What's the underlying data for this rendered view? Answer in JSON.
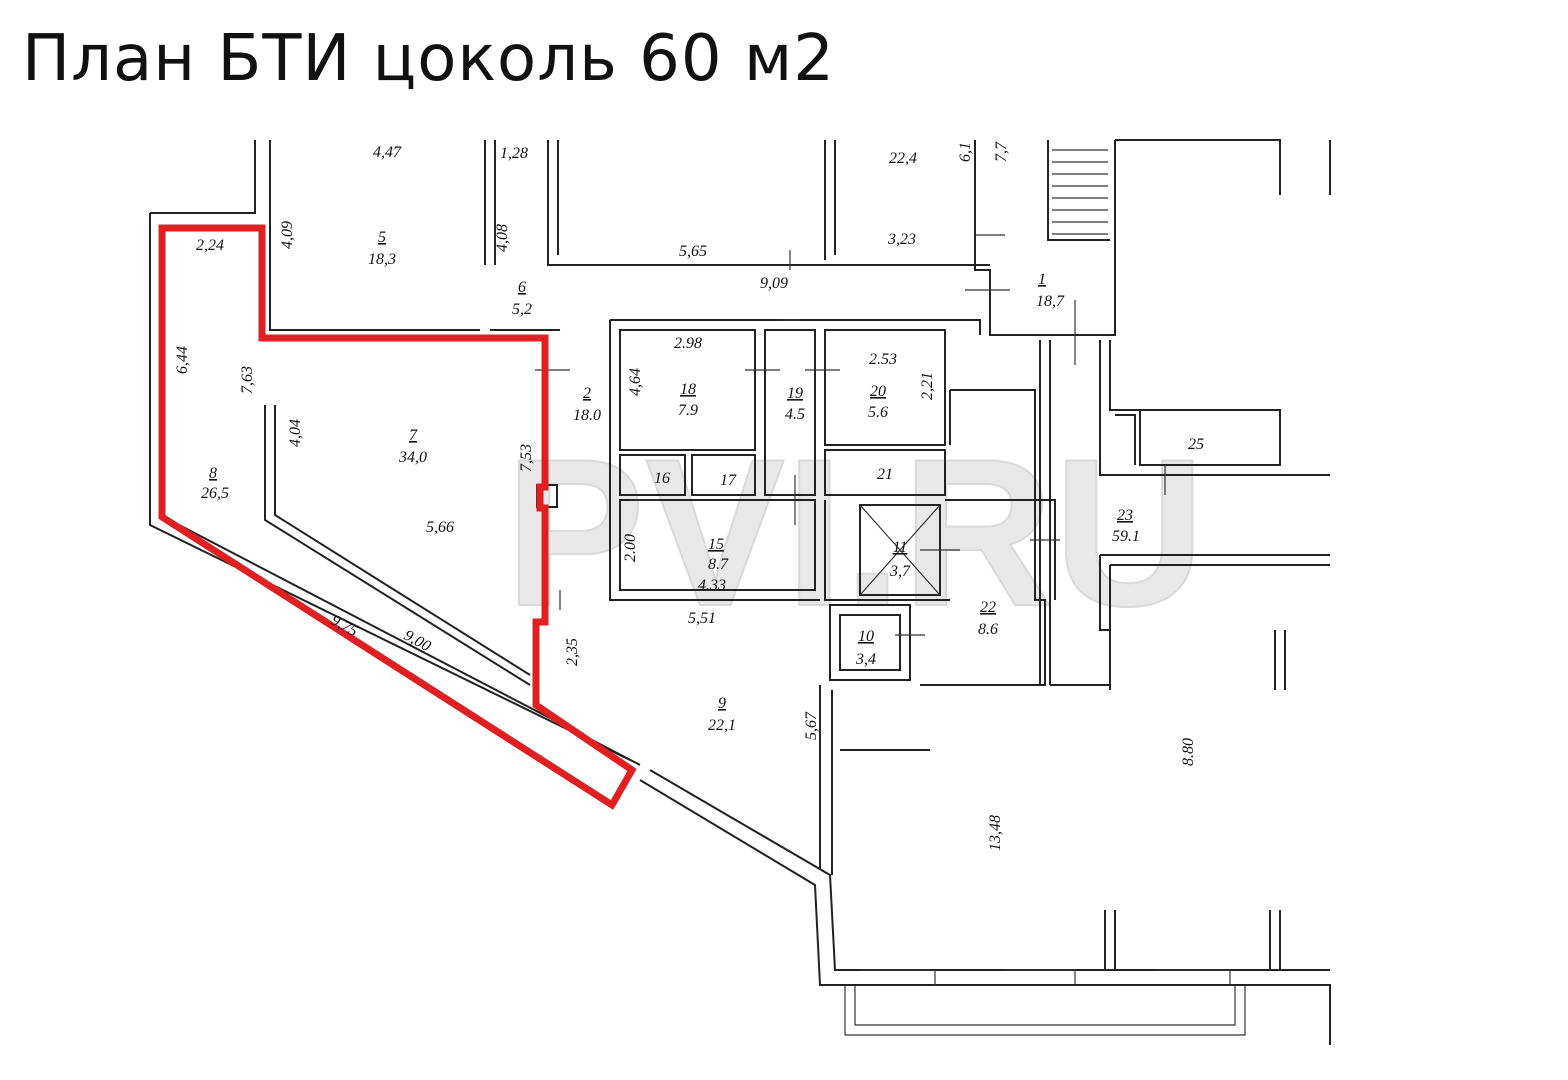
{
  "title": "План БТИ цоколь 60 м2",
  "watermark": "PVI.RU",
  "highlight_color": "#e02020",
  "rooms": {
    "r1": {
      "num": "1",
      "area": "18,7"
    },
    "r2": {
      "num": "2",
      "area": "18.0"
    },
    "r5": {
      "num": "5",
      "area": "18,3"
    },
    "r6": {
      "num": "6",
      "area": "5,2"
    },
    "r7": {
      "num": "7",
      "area": "34,0"
    },
    "r8": {
      "num": "8",
      "area": "26,5"
    },
    "r9": {
      "num": "9",
      "area": "22,1"
    },
    "r10": {
      "num": "10",
      "area": "3,4"
    },
    "r11": {
      "num": "11",
      "area": "3,7"
    },
    "r15": {
      "num": "15",
      "area": "8.7"
    },
    "r16": {
      "num": "16"
    },
    "r17": {
      "num": "17"
    },
    "r18": {
      "num": "18",
      "area": "7.9"
    },
    "r19": {
      "num": "19",
      "area": "4.5"
    },
    "r20": {
      "num": "20",
      "area": "5.6"
    },
    "r21": {
      "num": "21"
    },
    "r22": {
      "num": "22",
      "area": "8.6"
    },
    "r23": {
      "num": "23",
      "area": "59.1"
    },
    "r25": {
      "num": "25"
    },
    "top_area": {
      "area": "22,4"
    }
  },
  "dims": {
    "d1": "4,47",
    "d2": "1,28",
    "d3": "4,09",
    "d4": "4,08",
    "d5": "2,24",
    "d6": "5,65",
    "d7": "3,23",
    "d8": "9,09",
    "d9": "6,44",
    "d10": "7,63",
    "d11": "4,04",
    "d12": "7,53",
    "d13": "2.98",
    "d14": "4,64",
    "d15": "2.53",
    "d16": "2,21",
    "d17": "5,66",
    "d18": "2.00",
    "d19": "4.33",
    "d20": "5,51",
    "d21": "9,75",
    "d22": "9,00",
    "d23": "2,35",
    "d24": "5,67",
    "d25": "8.80",
    "d26": "13,48",
    "d27": "6,1",
    "d28": "7,7"
  }
}
